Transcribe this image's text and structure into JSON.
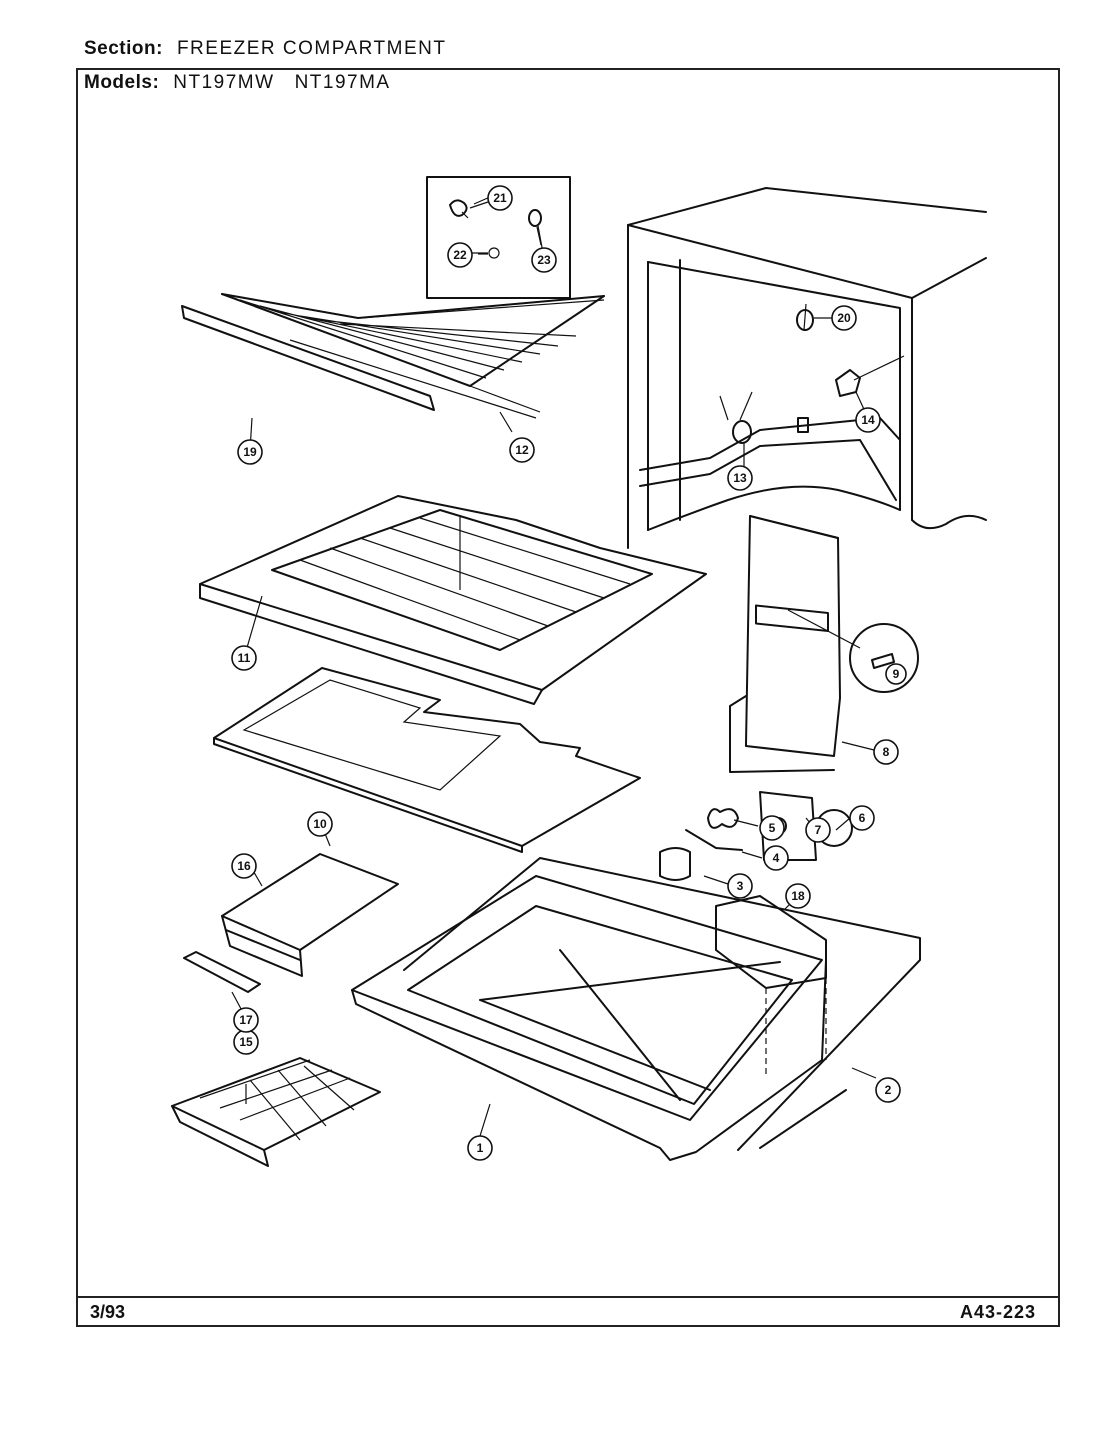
{
  "header": {
    "section_label": "Section:",
    "section_value": "FREEZER COMPARTMENT",
    "models_label": "Models:",
    "models": [
      "NT197MW",
      "NT197MA"
    ]
  },
  "footer": {
    "date_code": "3/93",
    "doc_code": "A43-223"
  },
  "callouts": [
    "1",
    "2",
    "3",
    "4",
    "5",
    "6",
    "7",
    "8",
    "9",
    "10",
    "11",
    "12",
    "13",
    "14",
    "15",
    "16",
    "17",
    "18",
    "19",
    "20",
    "21",
    "22",
    "23"
  ]
}
